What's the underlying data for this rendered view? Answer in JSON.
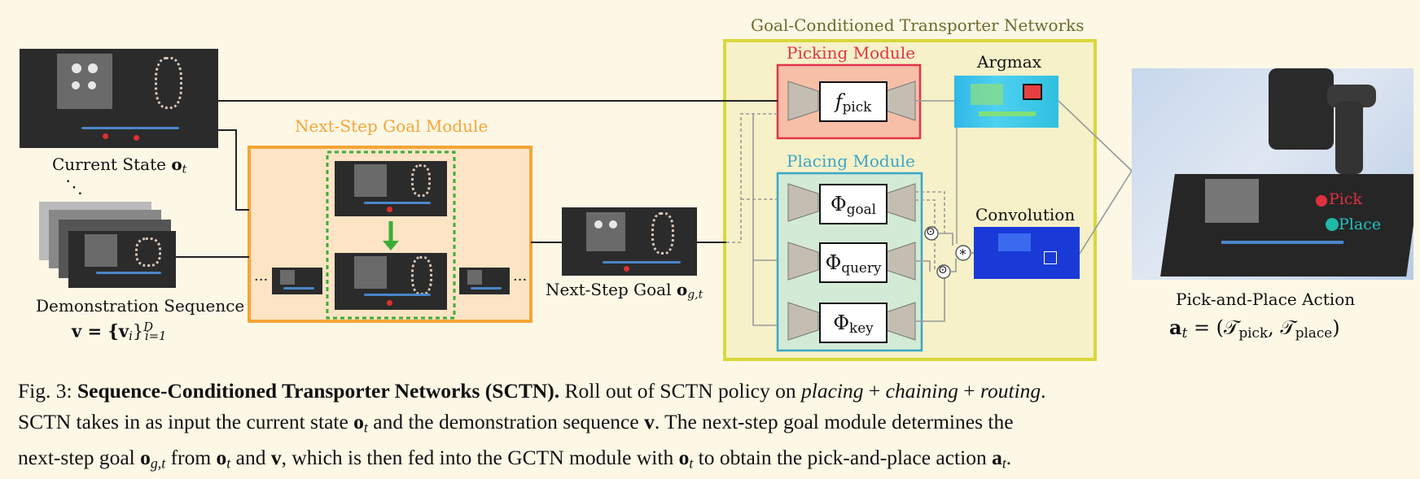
{
  "labels": {
    "current_state": "Current State",
    "current_state_sym": "o",
    "current_state_sub": "t",
    "ellipsis_diag": "⋱",
    "demo_seq": "Demonstration Sequence",
    "demo_eq": "v = {v",
    "demo_eq_i": "i",
    "demo_eq_close": "}",
    "demo_eq_sup": "D",
    "demo_eq_sub": "i=1",
    "nsg_module": "Next-Step Goal Module",
    "dots_left": "···",
    "dots_right": "···",
    "next_goal": "Next-Step Goal",
    "next_goal_sym": "o",
    "next_goal_sub": "g,t",
    "gctn": "Goal-Conditioned Transporter Networks",
    "picking": "Picking Module",
    "placing": "Placing Module",
    "f_pick": "f",
    "f_pick_sub": "pick",
    "phi_goal": "Φ",
    "phi_goal_sub": "goal",
    "phi_query": "Φ",
    "phi_query_sub": "query",
    "phi_key": "Φ",
    "phi_key_sub": "key",
    "argmax": "Argmax",
    "convolution": "Convolution",
    "odot": "⊙",
    "conv_op": "∗",
    "pick": "Pick",
    "place": "Place",
    "action_title": "Pick-and-Place Action",
    "action_eq": "a",
    "action_eq_sub": "t",
    "action_eq_rest": " = (𝒯",
    "action_pick_sub": "pick",
    "action_comma": ", 𝒯",
    "action_place_sub": "place",
    "action_close": ")"
  },
  "caption": {
    "fig": "Fig. 3:",
    "title": "Sequence-Conditioned Transporter Networks (SCTN).",
    "l1a": " Roll out of SCTN policy on ",
    "l1_placing": "placing",
    "l1_plus1": " + ",
    "l1_chaining": "chaining",
    "l1_plus2": " + ",
    "l1_routing": "routing",
    "l1_end": ".",
    "l2a": "SCTN takes in as input the current state ",
    "l2_o": "o",
    "l2_t": "t",
    "l2b": " and the demonstration sequence ",
    "l2_v": "v",
    "l2c": ". The next-step goal module determines the",
    "l3a": "next-step goal ",
    "l3_o": "o",
    "l3_gt": "g,t",
    "l3b": " from ",
    "l3_o2": "o",
    "l3_t": "t",
    "l3c": " and ",
    "l3_v": "v",
    "l3d": ", which is then fed into the GCTN module with ",
    "l3_o3": "o",
    "l3_t2": "t",
    "l3e": " to obtain the pick-and-place action ",
    "l3_a": "a",
    "l3_t3": "t",
    "l3f": "."
  },
  "colors": {
    "orange": "#f5a536",
    "yellow": "#d8d83a",
    "red": "#e0344a",
    "blue": "#3aa6c8",
    "green": "#3aad3a",
    "text_goal": "#6b6b2a"
  }
}
